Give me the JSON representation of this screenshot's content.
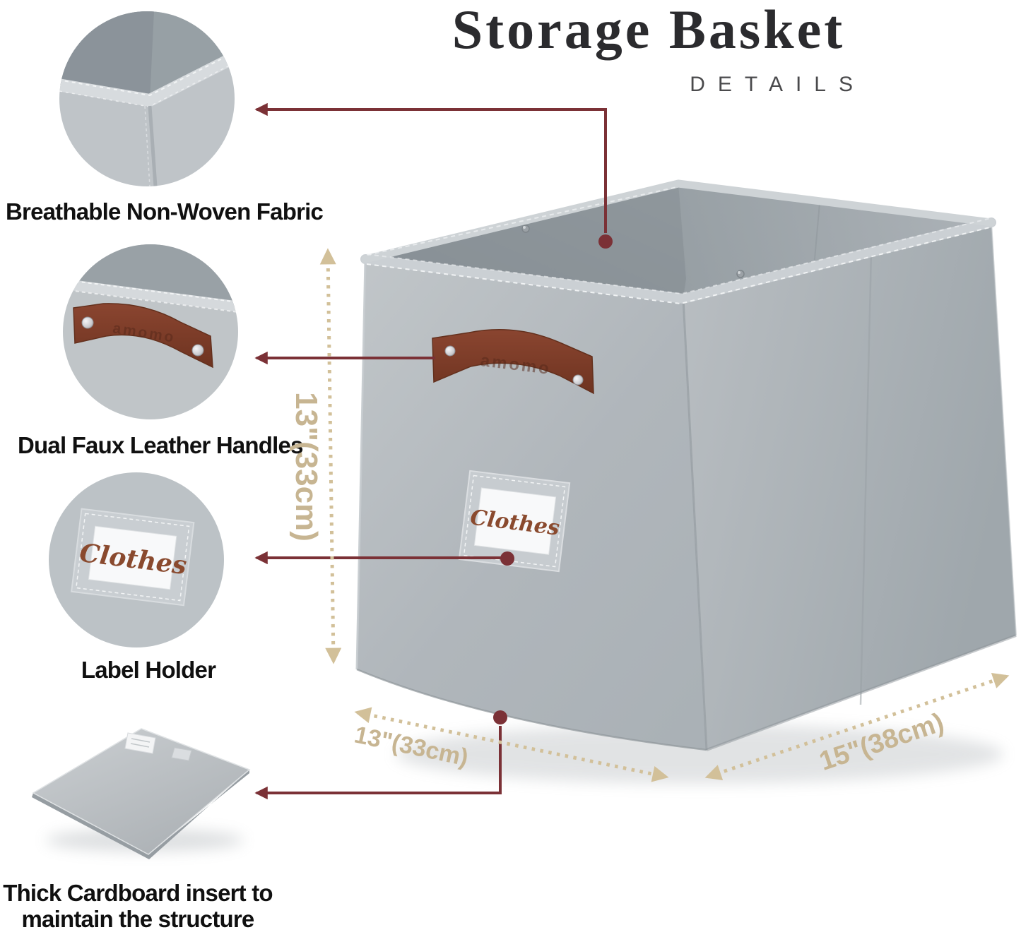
{
  "header": {
    "title": "Storage Basket",
    "subtitle": "DETAILS"
  },
  "callouts": {
    "fabric": {
      "label": "Breathable Non-Woven Fabric"
    },
    "handles": {
      "label": "Dual Faux Leather Handles"
    },
    "label_holder": {
      "label": "Label Holder"
    },
    "cardboard": {
      "label_line1": "Thick Cardboard insert to",
      "label_line2": "maintain the structure"
    }
  },
  "product": {
    "embossed_brand": "amomo",
    "basket_label": "Clothes"
  },
  "dimensions": {
    "height": "13\"(33cm)",
    "front_width": "13\"(33cm)",
    "side_depth": "15\"(38cm)"
  },
  "colors": {
    "leader_line": "#7b3136",
    "dimension_line": "#d2c099",
    "dimension_text": "#c7b592",
    "leather": "#7e3c28",
    "script_text": "#8a4a2e",
    "fabric_light": "#bcc2c6",
    "fabric_dark": "#98a0a5",
    "title_text": "#2b2b2e"
  }
}
